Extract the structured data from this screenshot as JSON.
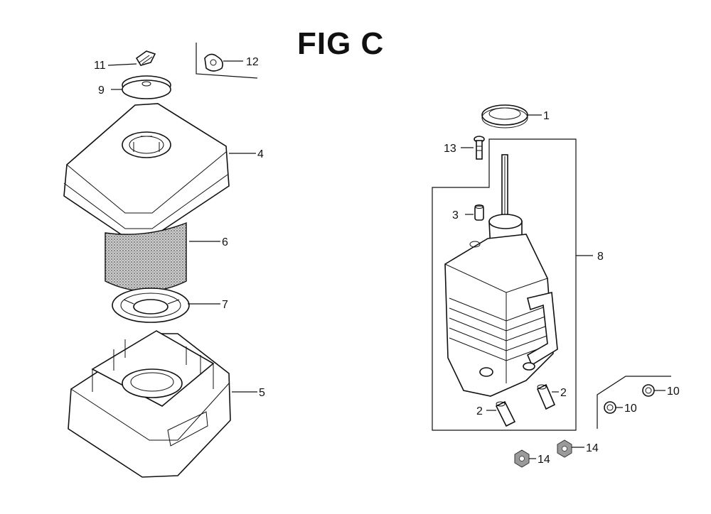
{
  "title": "FIG C",
  "callouts": {
    "c1": "1",
    "c2a": "2",
    "c2b": "2",
    "c3": "3",
    "c4": "4",
    "c5": "5",
    "c6": "6",
    "c7": "7",
    "c8": "8",
    "c9": "9",
    "c10a": "10",
    "c10b": "10",
    "c11": "11",
    "c12": "12",
    "c13": "13",
    "c14a": "14",
    "c14b": "14"
  }
}
